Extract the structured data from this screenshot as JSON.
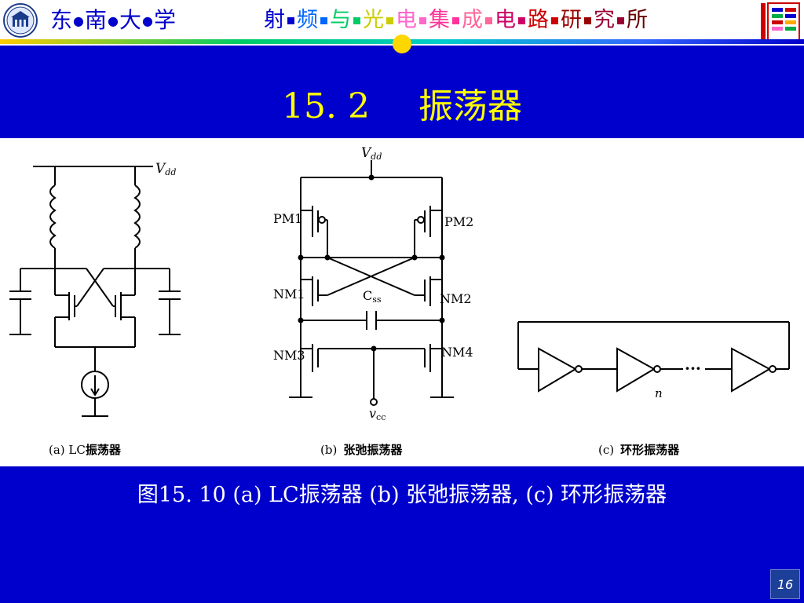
{
  "header": {
    "university": [
      "东",
      "南",
      "大",
      "学"
    ],
    "university_dot": "●",
    "institute": [
      {
        "ch": "射",
        "color": "#0000CC"
      },
      {
        "ch": "频",
        "color": "#0066FF"
      },
      {
        "ch": "与",
        "color": "#00CC66"
      },
      {
        "ch": "光",
        "color": "#CCCC00"
      },
      {
        "ch": "电",
        "color": "#FF66CC"
      },
      {
        "ch": "集",
        "color": "#FF3399"
      },
      {
        "ch": "成",
        "color": "#FF6699"
      },
      {
        "ch": "电",
        "color": "#CC0066"
      },
      {
        "ch": "路",
        "color": "#CC0000"
      },
      {
        "ch": "研",
        "color": "#990000"
      },
      {
        "ch": "究",
        "color": "#990033"
      },
      {
        "ch": "所",
        "color": "#660000"
      }
    ]
  },
  "title": {
    "number": "15. 2",
    "text": "振荡器"
  },
  "figure": {
    "lc": {
      "vdd": "V",
      "vdd_sub": "dd",
      "label_prefix": "(a) LC",
      "label_bold": "振荡器"
    },
    "relax": {
      "vdd": "V",
      "vdd_sub": "dd",
      "pm1": "PM1",
      "pm2": "PM2",
      "nm1": "NM1",
      "nm2": "NM2",
      "nm3": "NM3",
      "nm4": "NM4",
      "css": "C",
      "css_sub": "ss",
      "vcc": "v",
      "vcc_sub": "cc",
      "label_prefix": "(b)",
      "label_bold": "张弛振荡器"
    },
    "ring": {
      "n": "n",
      "dots": "···",
      "label_prefix": "(c)",
      "label_bold": "环形振荡器"
    }
  },
  "caption": "图15. 10 (a) LC振荡器  (b) 张弛振荡器, (c) 环形振荡器",
  "page_number": "16"
}
